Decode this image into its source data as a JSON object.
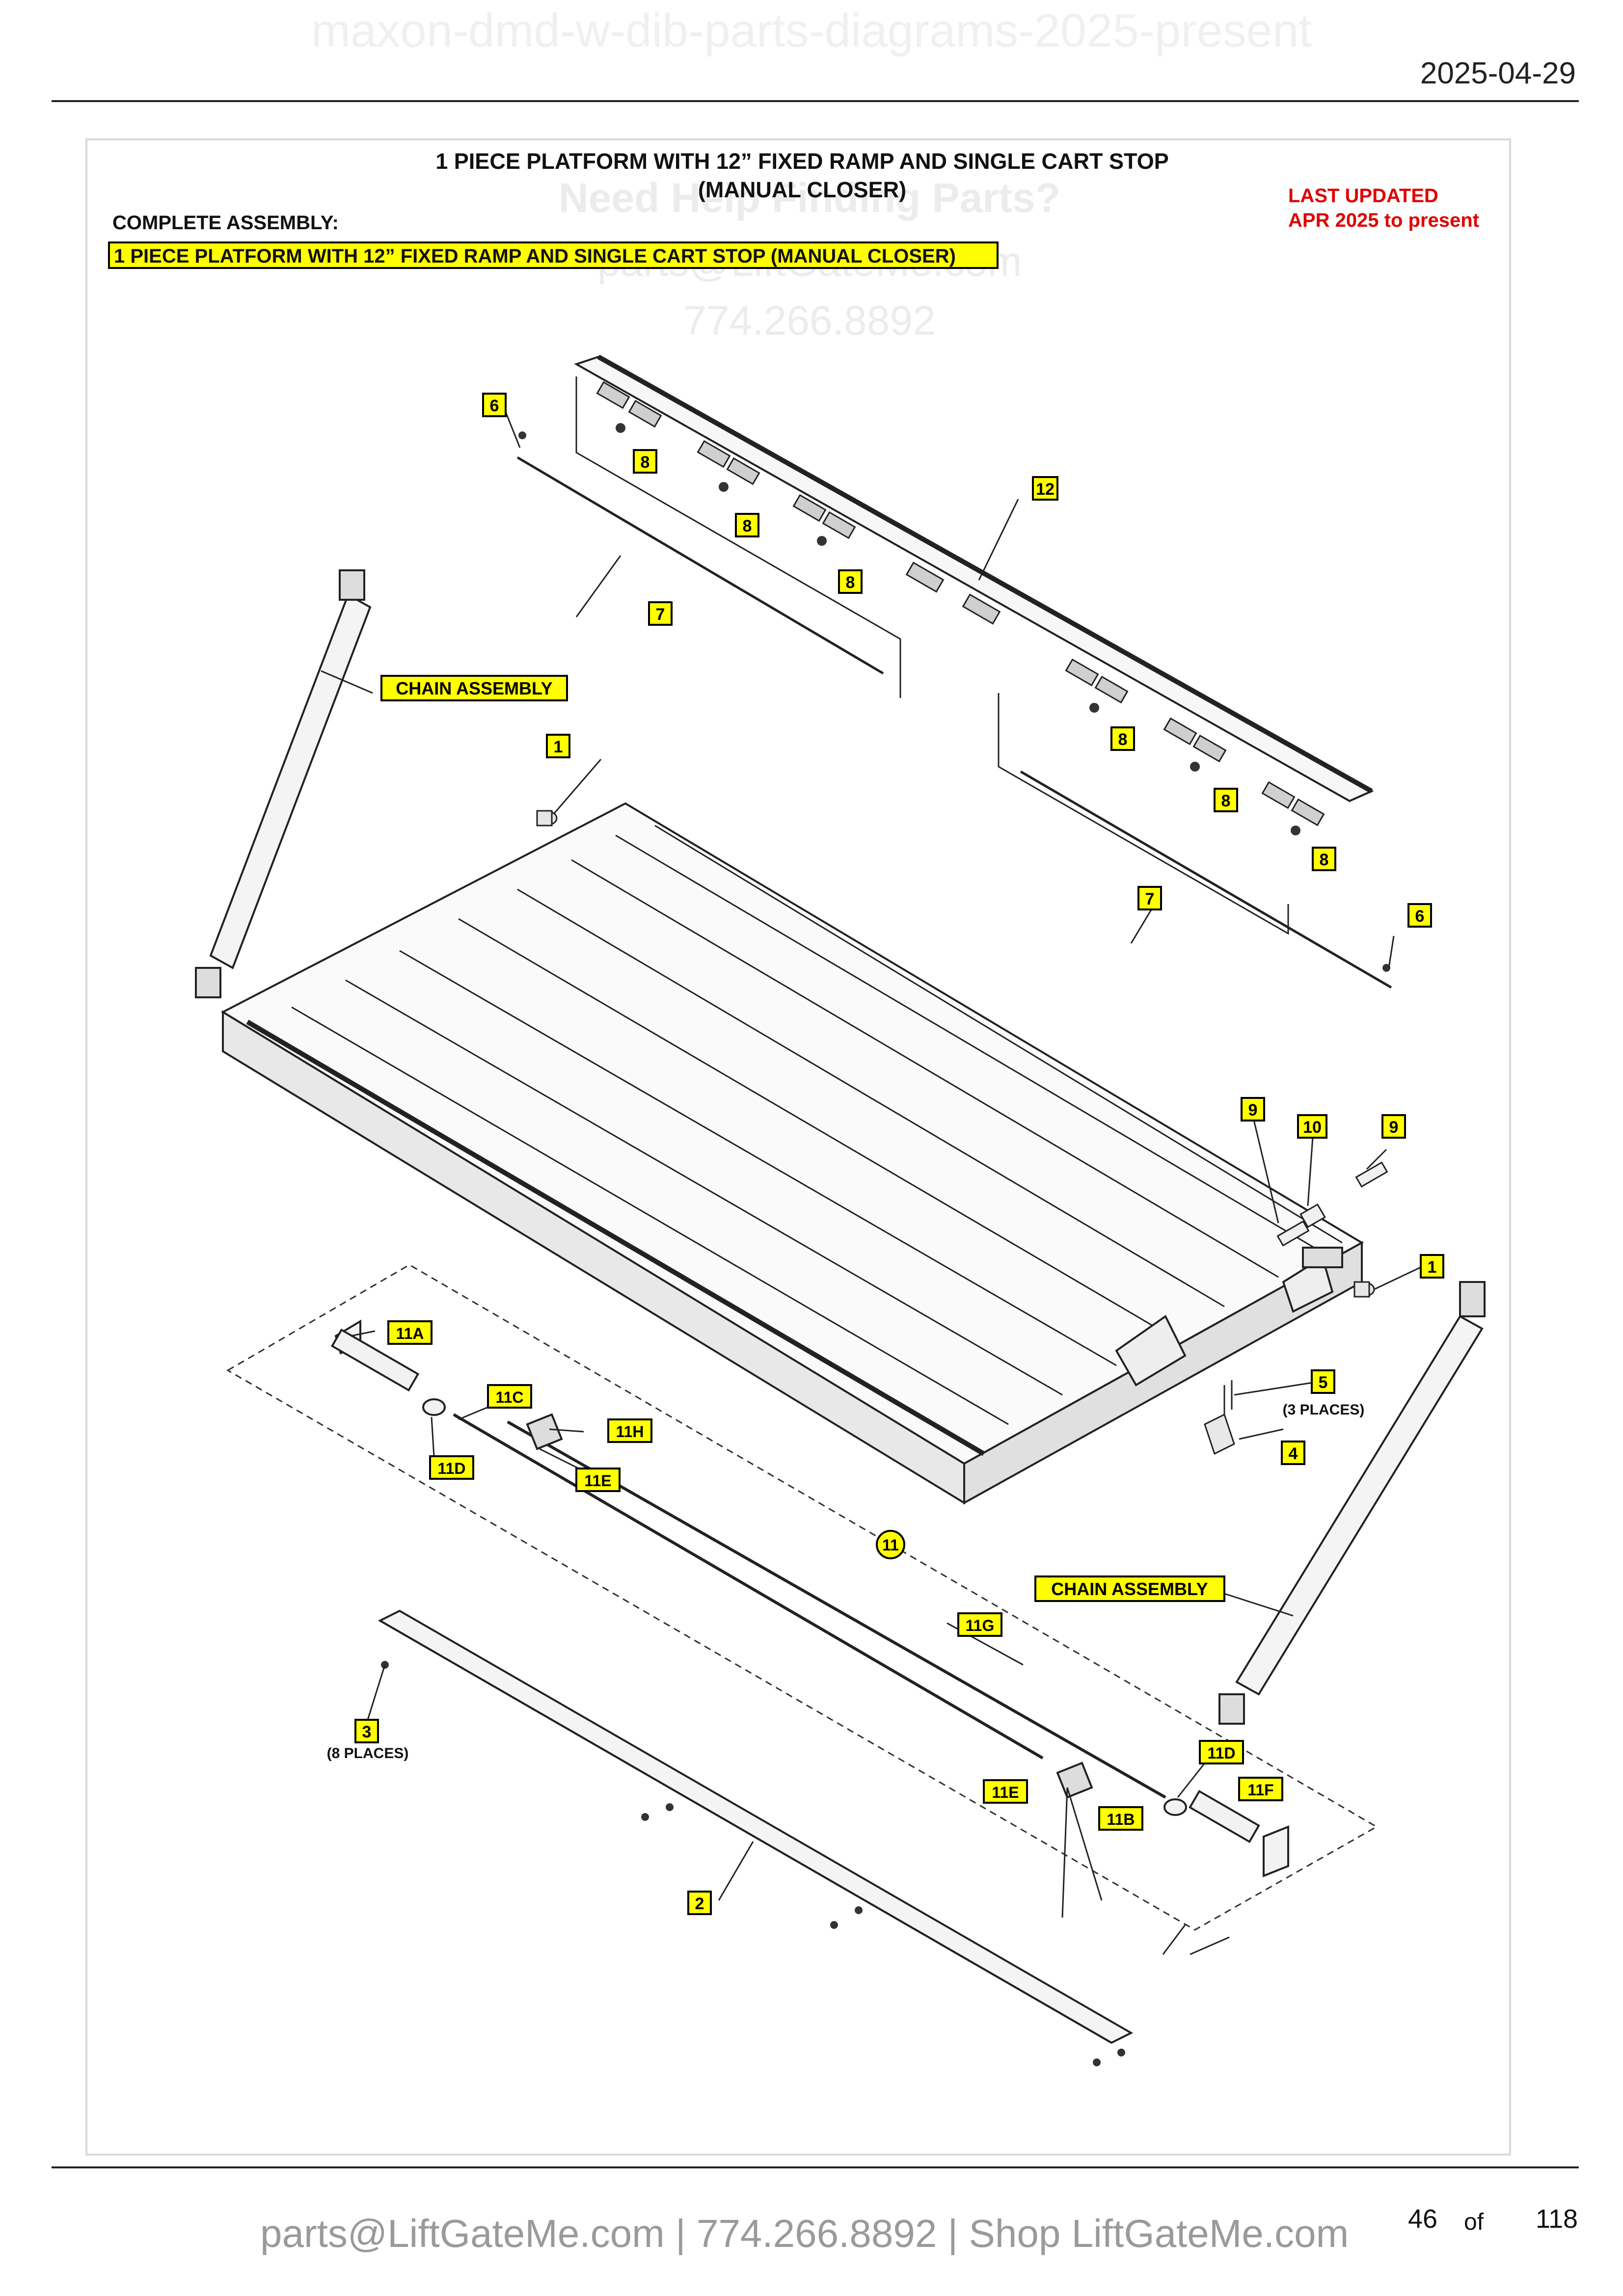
{
  "page": {
    "watermark_top": "maxon-dmd-w-dib-parts-diagrams-2025-present",
    "date": "2025-04-29",
    "footer_contact": "parts@LiftGateMe.com | 774.266.8892 | Shop LiftGateMe.com",
    "page_number": "46",
    "page_of": "of",
    "page_total": "118"
  },
  "diagram": {
    "title_line1": "1 PIECE PLATFORM WITH 12” FIXED RAMP AND SINGLE CART STOP",
    "title_line2": "(MANUAL CLOSER)",
    "complete_assembly_label": "COMPLETE ASSEMBLY:",
    "complete_assembly_name": "1 PIECE PLATFORM WITH 12” FIXED RAMP AND SINGLE CART STOP (MANUAL CLOSER)",
    "last_updated_line1": "LAST UPDATED",
    "last_updated_line2": "APR 2025 to present",
    "watermark": {
      "line1": "Need Help Finding Parts?",
      "line2": "parts@LiftGateMe.com",
      "line3": "774.266.8892"
    },
    "callouts": {
      "c1a": "1",
      "c1b": "1",
      "c2": "2",
      "c3": "3",
      "c4": "4",
      "c5": "5",
      "c6a": "6",
      "c6b": "6",
      "c7a": "7",
      "c7b": "7",
      "c8a": "8",
      "c8b": "8",
      "c8c": "8",
      "c8d": "8",
      "c8e": "8",
      "c8f": "8",
      "c9a": "9",
      "c9b": "9",
      "c10": "10",
      "c11": "11",
      "c11a": "11A",
      "c11b": "11B",
      "c11c": "11C",
      "c11d1": "11D",
      "c11d2": "11D",
      "c11e1": "11E",
      "c11e2": "11E",
      "c11f": "11F",
      "c11g": "11G",
      "c11h": "11H",
      "c12": "12"
    },
    "chain_assembly_label": "CHAIN ASSEMBLY",
    "places_3": "(3 PLACES)",
    "places_8": "(8 PLACES)"
  },
  "colors": {
    "callout_fill": "#ffff00",
    "last_updated": "#e00000",
    "footer_text": "#9a9a9a",
    "watermark": "#ececec"
  }
}
